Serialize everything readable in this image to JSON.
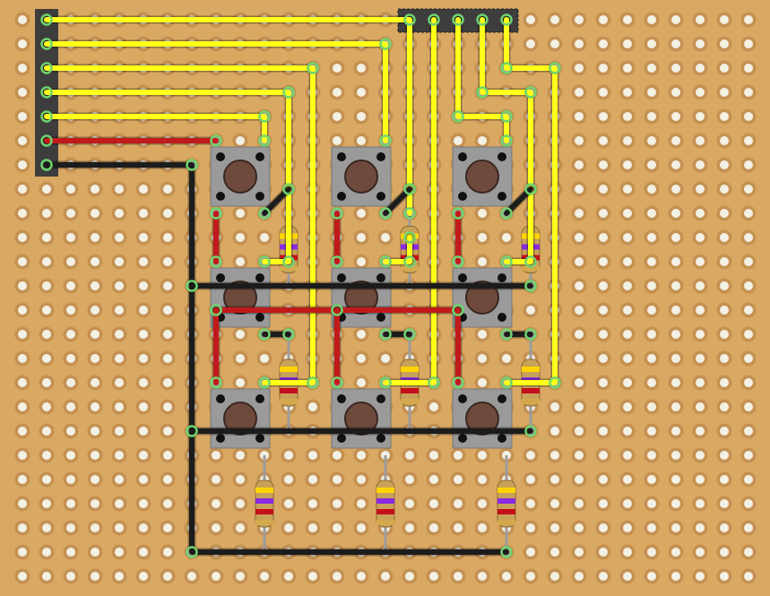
{
  "board": {
    "type": "perfboard",
    "columns": 31,
    "rows": 24,
    "colors": {
      "board": "#d9a863",
      "hole": "#f3f0e4",
      "hole_ring": "#c49152",
      "header": "#3d3d3d",
      "button_body": "#9a9a9a",
      "button_cap": "#6e4a3c",
      "pin": "#111111",
      "pad_highlight": "#6fd36f",
      "wire_signal": "#ffff1a",
      "wire_power": "#c21a1a",
      "wire_ground": "#1c1c1c"
    }
  },
  "components": {
    "header_left": {
      "name": "pin-header",
      "pins": 7
    },
    "header_top": {
      "name": "pin-header",
      "pins": 5
    },
    "buttons": {
      "name": "tactile-push-button",
      "count": 9,
      "layout": "3x3"
    },
    "resistors": {
      "name": "resistor",
      "count": 9,
      "band_colors": [
        "#ffd400",
        "#8a2be2",
        "#c4101a",
        "#d4a94e"
      ]
    }
  },
  "wires": {
    "signal_color": "yellow",
    "power_color": "red",
    "ground_color": "black"
  }
}
